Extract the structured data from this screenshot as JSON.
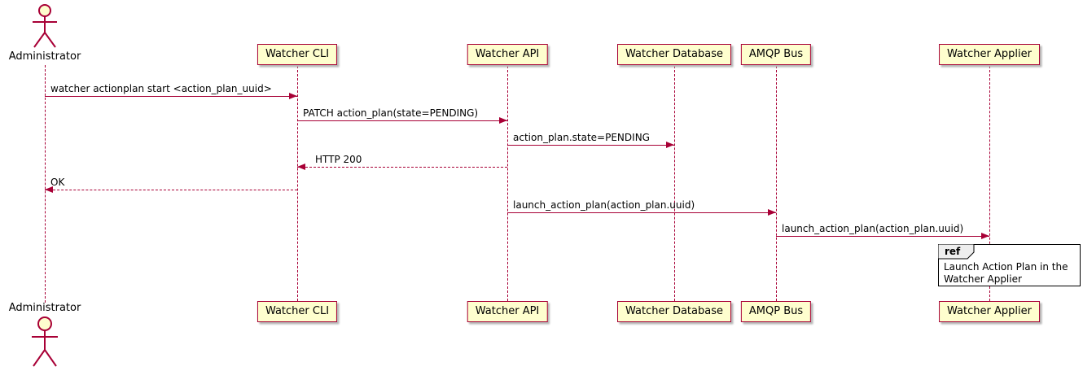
{
  "diagram": {
    "type": "sequence",
    "actor": {
      "name": "Administrator"
    },
    "participants": [
      {
        "name": "Watcher CLI"
      },
      {
        "name": "Watcher API"
      },
      {
        "name": "Watcher Database"
      },
      {
        "name": "AMQP Bus"
      },
      {
        "name": "Watcher Applier"
      }
    ],
    "messages": [
      {
        "text": "watcher actionplan start <action_plan_uuid>",
        "from": "Administrator",
        "to": "Watcher CLI",
        "style": "solid"
      },
      {
        "text": "PATCH action_plan(state=PENDING)",
        "from": "Watcher CLI",
        "to": "Watcher API",
        "style": "solid"
      },
      {
        "text": "action_plan.state=PENDING",
        "from": "Watcher API",
        "to": "Watcher Database",
        "style": "solid"
      },
      {
        "text": "HTTP 200",
        "from": "Watcher API",
        "to": "Watcher CLI",
        "style": "dashed"
      },
      {
        "text": "OK",
        "from": "Watcher CLI",
        "to": "Administrator",
        "style": "dashed"
      },
      {
        "text": "launch_action_plan(action_plan.uuid)",
        "from": "Watcher API",
        "to": "AMQP Bus",
        "style": "solid"
      },
      {
        "text": "launch_action_plan(action_plan.uuid)",
        "from": "AMQP Bus",
        "to": "Watcher Applier",
        "style": "solid"
      }
    ],
    "ref": {
      "label": "ref",
      "text_line1": "Launch Action Plan in the",
      "text_line2": "Watcher Applier"
    },
    "colors": {
      "participant_fill": "#FEFECE",
      "border": "#A80036",
      "text": "#000000",
      "ref_header_fill": "#EEEEEE"
    }
  }
}
